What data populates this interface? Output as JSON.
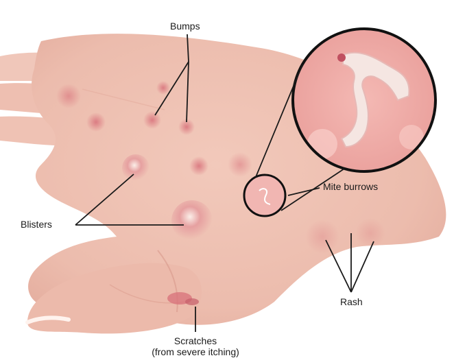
{
  "labels": {
    "bumps": "Bumps",
    "blisters": "Blisters",
    "mite_burrows": "Mite burrows",
    "rash": "Rash",
    "scratches_line1": "Scratches",
    "scratches_line2": "(from severe itching)"
  },
  "colors": {
    "skin": "#efc2b4",
    "skin_shadow": "#d99a8c",
    "lesion": "#d8707a",
    "line": "#1a1a1a"
  }
}
